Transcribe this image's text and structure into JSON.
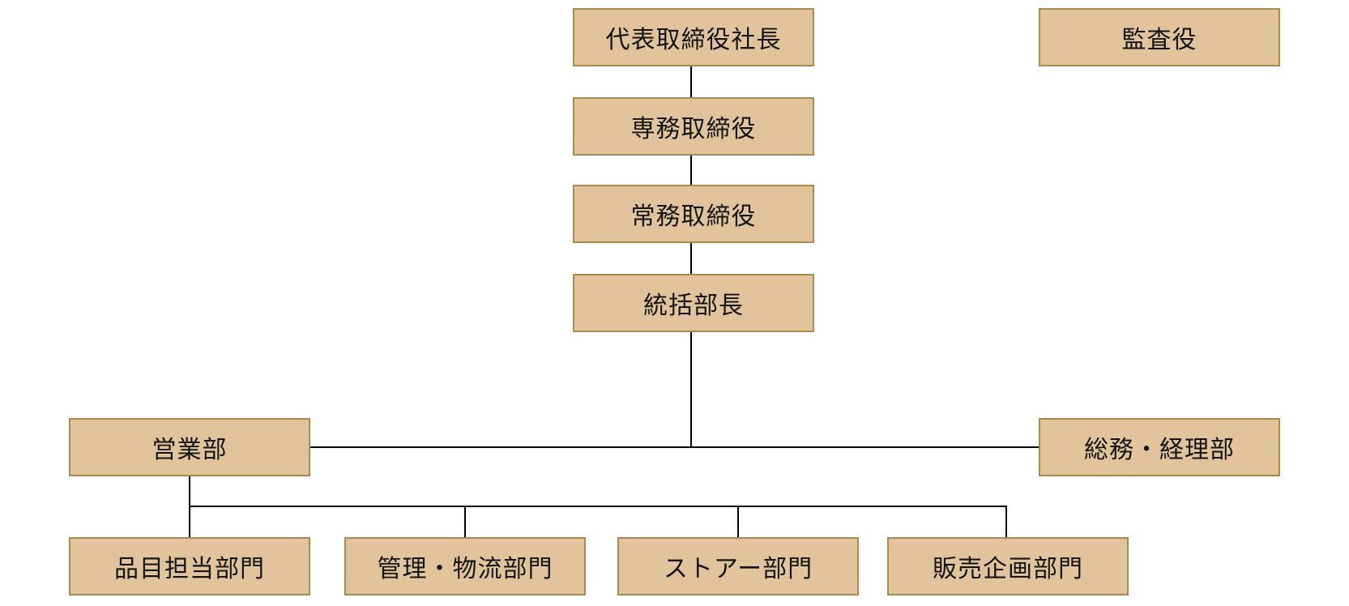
{
  "diagram": {
    "type": "org-chart",
    "colors": {
      "background": "#ffffff",
      "box_fill": "#e1c49c",
      "box_border": "#ab8a52",
      "connector": "#000000",
      "text": "#141414"
    },
    "nodes": {
      "president": {
        "label": "代表取締役社長"
      },
      "auditor": {
        "label": "監査役"
      },
      "senior_managing_director": {
        "label": "専務取締役"
      },
      "managing_director": {
        "label": "常務取締役"
      },
      "general_manager": {
        "label": "統括部長"
      },
      "sales_dept": {
        "label": "営業部"
      },
      "general_affairs_accounting_dept": {
        "label": "総務・経理部"
      },
      "product_dept": {
        "label": "品目担当部門"
      },
      "admin_logistics_dept": {
        "label": "管理・物流部門"
      },
      "store_dept": {
        "label": "ストアー部門"
      },
      "sales_planning_dept": {
        "label": "販売企画部門"
      }
    },
    "edges": [
      {
        "from": "president",
        "to": "senior_managing_director"
      },
      {
        "from": "senior_managing_director",
        "to": "managing_director"
      },
      {
        "from": "managing_director",
        "to": "general_manager"
      },
      {
        "from": "general_manager",
        "to": "sales_dept"
      },
      {
        "from": "general_manager",
        "to": "general_affairs_accounting_dept"
      },
      {
        "from": "sales_dept",
        "to": "product_dept"
      },
      {
        "from": "sales_dept",
        "to": "admin_logistics_dept"
      },
      {
        "from": "sales_dept",
        "to": "store_dept"
      },
      {
        "from": "sales_dept",
        "to": "sales_planning_dept"
      }
    ]
  }
}
